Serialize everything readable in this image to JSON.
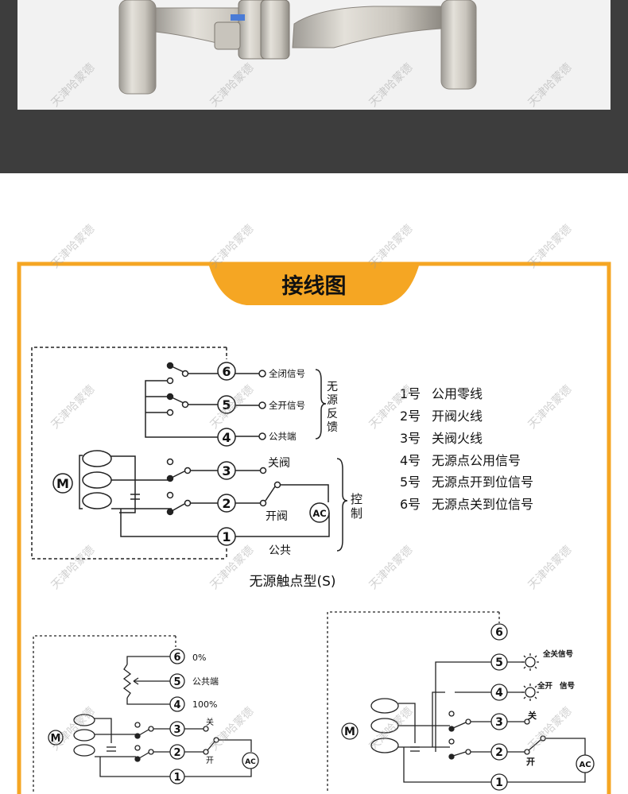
{
  "watermark": "天津哈蒙德",
  "banner": {
    "title": "接线图"
  },
  "diagram_s": {
    "terminal_labels": [
      "6",
      "5",
      "4",
      "3",
      "2",
      "1"
    ],
    "feedback_signals": {
      "t6": "全闭信号",
      "t5": "全开信号",
      "t4": "公共端"
    },
    "feedback_group_label": [
      "无",
      "源",
      "反",
      "馈"
    ],
    "control_labels": {
      "close": "关阀",
      "open": "开阀",
      "common": "公共"
    },
    "control_group_label": [
      "控",
      "制"
    ],
    "motor": "M",
    "ac": "AC",
    "caption": "无源触点型(S)"
  },
  "legend": [
    {
      "num": "1号",
      "desc": "公用零线"
    },
    {
      "num": "2号",
      "desc": "开阀火线"
    },
    {
      "num": "3号",
      "desc": "关阀火线"
    },
    {
      "num": "4号",
      "desc": "无源点公用信号"
    },
    {
      "num": "5号",
      "desc": "无源点开到位信号"
    },
    {
      "num": "6号",
      "desc": "无源点关到位信号"
    }
  ],
  "diagram_r": {
    "terminal_labels": [
      "6",
      "5",
      "4",
      "3",
      "2",
      "1"
    ],
    "pot_labels": {
      "t6": "0%",
      "t5": "公共端",
      "t4": "100%"
    },
    "close": "关",
    "open": "开",
    "motor": "M",
    "ac": "AC"
  },
  "diagram_l": {
    "terminal_labels": [
      "6",
      "5",
      "4",
      "3",
      "2",
      "1"
    ],
    "lamp_labels": {
      "t5": "全关信号",
      "t4_a": "全开",
      "t4_b": "信号"
    },
    "close": "关",
    "open": "开",
    "motor": "M",
    "ac": "AC"
  }
}
